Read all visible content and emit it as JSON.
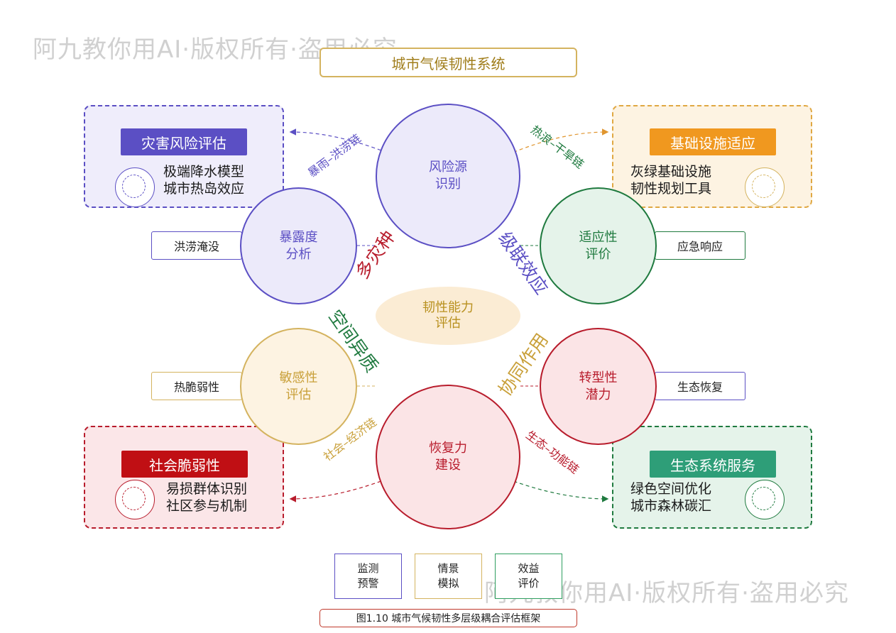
{
  "watermark": {
    "text": "阿九教你用AI·版权所有·盗用必究"
  },
  "title": "城市气候韧性系统",
  "caption": "图1.10 城市气候韧性多层级耦合评估框架",
  "center_ellipse": {
    "line1": "韧性能力",
    "line2": "评估"
  },
  "circles": {
    "risk": {
      "line1": "风险源",
      "line2": "识别"
    },
    "exposure": {
      "line1": "暴露度",
      "line2": "分析"
    },
    "adapt": {
      "line1": "适应性",
      "line2": "评价"
    },
    "sensitivity": {
      "line1": "敏感性",
      "line2": "评估"
    },
    "transform": {
      "line1": "转型性",
      "line2": "潜力"
    },
    "recovery": {
      "line1": "恢复力",
      "line2": "建设"
    }
  },
  "side_boxes": {
    "flood": "洪涝淹没",
    "emergency": "应急响应",
    "heat": "热脆弱性",
    "eco_recovery": "生态恢复"
  },
  "panels": {
    "disaster": {
      "tag": "灾害风险评估",
      "line1": "极端降水模型",
      "line2": "城市热岛效应"
    },
    "infra": {
      "tag": "基础设施适应",
      "line1": "灰绿基础设施",
      "line2": "韧性规划工具"
    },
    "social": {
      "tag": "社会脆弱性",
      "line1": "易损群体识别",
      "line2": "社区参与机制"
    },
    "eco": {
      "tag": "生态系统服务",
      "line1": "绿色空间优化",
      "line2": "城市森林碳汇"
    }
  },
  "diagonal_labels": {
    "multi_hazard": "多灾种",
    "cascade": "级联效应",
    "spatial": "空间异质",
    "synergy": "协同作用"
  },
  "chains": {
    "rain_flood": "暴雨–洪涝链",
    "heat_drought": "热浪–干旱链",
    "socio_econ": "社会–经济链",
    "eco_func": "生态–功能链"
  },
  "legend": [
    {
      "line1": "监测",
      "line2": "预警",
      "color": "#5b4fc4"
    },
    {
      "line1": "情景",
      "line2": "模拟",
      "color": "#d4b35f"
    },
    {
      "line1": "效益",
      "line2": "评价",
      "color": "#2e9e5f"
    }
  ],
  "colors": {
    "purple": "#5b4fc4",
    "gold": "#d4b35f",
    "green": "#1f7a3f",
    "red": "#b81c2c",
    "orange": "#f0981f",
    "teal": "#2e9e78"
  }
}
